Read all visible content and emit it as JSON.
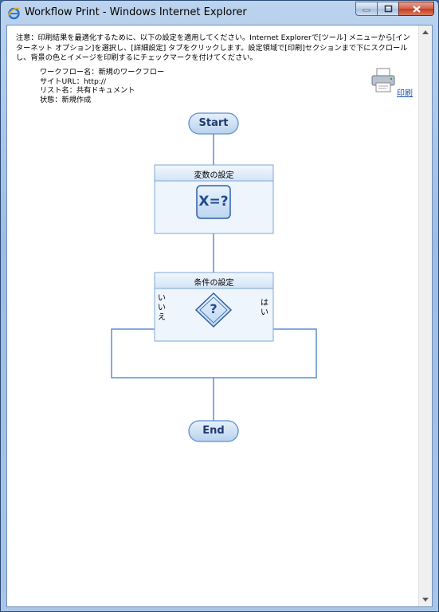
{
  "window": {
    "title": "Workflow Print - Windows Internet Explorer",
    "controls": {
      "minimize": "minimize",
      "maximize": "maximize",
      "close": "close"
    }
  },
  "notice": "注意：印刷結果を最適化するために、以下の設定を適用してください。Internet Explorerで[ツール] メニューから[インターネット オプション]を選択し、[詳細設定] タブをクリックします。設定領域で[印刷]セクションまで下にスクロールし、背景の色とイメージを印刷するにチェックマークを付けてください。",
  "meta": {
    "workflow_name": "ワークフロー名：新規のワークフロー",
    "site_url": "サイトURL：http://",
    "list_name": "リスト名：共有ドキュメント",
    "status": "状態：新規作成"
  },
  "print_label": "印刷",
  "flow": {
    "start": "Start",
    "end": "End",
    "step1_title": "変数の設定",
    "step1_icon_text": "X=?",
    "step2_title": "条件の設定",
    "step2_icon_text": "?",
    "no_label": [
      "い",
      "い",
      "え"
    ],
    "yes_label": [
      "は",
      "い"
    ]
  },
  "colors": {
    "line": "#5b8fd0",
    "box_fill": "#eef5fc",
    "box_header": "#dbe9f8",
    "pill_fill": "#c8ddf3",
    "icon_blue": "#2e5fa6"
  }
}
